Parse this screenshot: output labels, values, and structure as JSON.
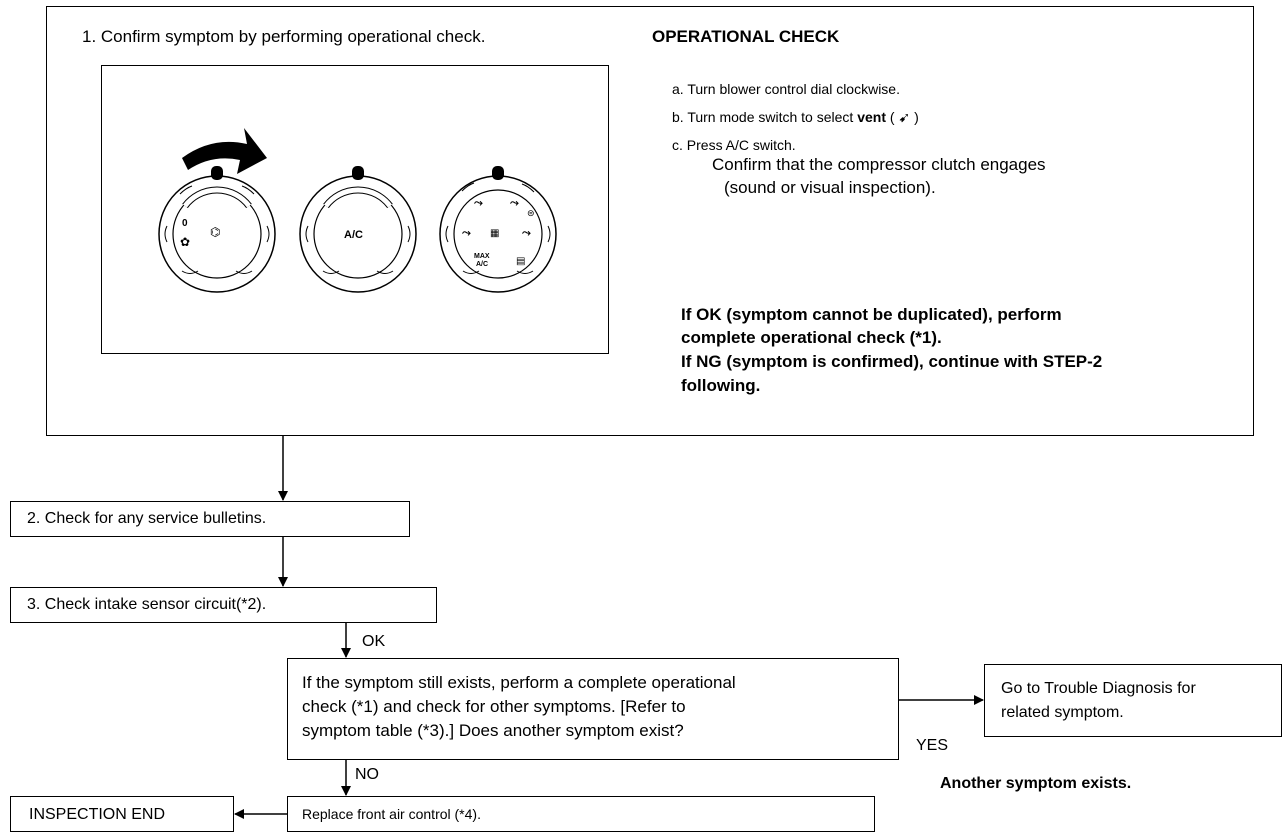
{
  "step1": {
    "title": "1. Confirm symptom by performing operational check.",
    "panel": {
      "dial_blower_zero": "0",
      "dial_ac_label": "A/C",
      "dial_mode_max_label": "MAX",
      "dial_mode_max_sub": "A/C"
    }
  },
  "operational_check": {
    "heading": "OPERATIONAL CHECK",
    "item_a": "a. Turn blower control dial clockwise.",
    "item_b_prefix": "b. Turn mode switch to select",
    "item_b_vent": "vent",
    "item_c": "c. Press A/C switch.",
    "confirm_line1": "Confirm that the compressor clutch engages",
    "confirm_line2": "(sound or visual inspection).",
    "if_ok_line1": "If OK (symptom cannot be duplicated), perform",
    "if_ok_line2": "complete operational check (*1).",
    "if_ng_line1": "If NG (symptom is confirmed), continue with STEP-2",
    "if_ng_line2": "following."
  },
  "step2": {
    "label": "2. Check for any service bulletins."
  },
  "step3": {
    "label": "3. Check intake sensor circuit(*2)."
  },
  "ok_label": "OK",
  "decision": {
    "line1": "If the symptom still exists, perform a complete operational",
    "line2": "check (*1) and check for other symptoms. [Refer to",
    "line3": "symptom table (*3).] Does another symptom exist?"
  },
  "yes_label": "YES",
  "no_label": "NO",
  "trouble_box": {
    "line1": "Go to Trouble Diagnosis for",
    "line2": "related symptom."
  },
  "another_symptom": "Another symptom exists.",
  "replace_box": {
    "label": "Replace front air control (*4)."
  },
  "end_box": {
    "label": "INSPECTION END"
  }
}
